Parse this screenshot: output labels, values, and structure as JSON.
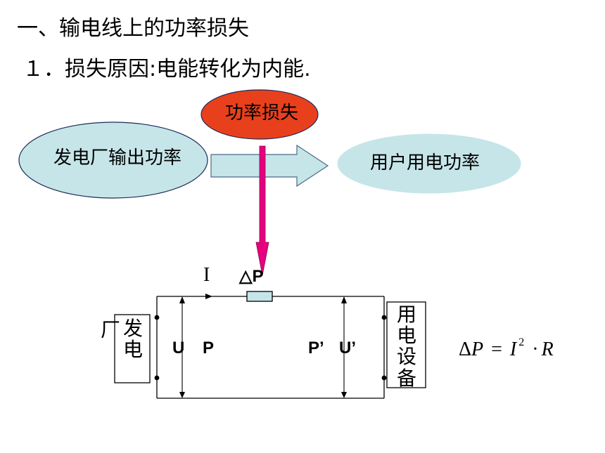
{
  "heading": {
    "section_title": "一、输电线上的功率损失",
    "point_1": "１．损失原因:电能转化为内能."
  },
  "flow": {
    "loss_label": "功率损失",
    "source_label": "发电厂输出功率",
    "user_label": "用户用电功率"
  },
  "circuit": {
    "current_label": "I",
    "loss_delta_label": "△P",
    "plant_prefix": "厂",
    "plant_chars": [
      "发",
      "电"
    ],
    "voltage_in_label": "U",
    "power_in_label": "P",
    "power_out_label": "P’",
    "voltage_out_label": "U’",
    "load_chars": [
      "用",
      "电",
      "设",
      "备"
    ]
  },
  "formula": {
    "delta": "Δ",
    "p": "P",
    "eq": "=",
    "i": "I",
    "exp": "2",
    "dot": "·",
    "r": "R"
  },
  "colors": {
    "source_ellipse": "#c6e5e8",
    "user_ellipse": "#c6e5e8",
    "loss_ellipse": "#e8401c",
    "flow_arrow": "#c6e5e8",
    "loss_arrow": "#e6007e",
    "resistor_fill": "#c6e5e8"
  }
}
